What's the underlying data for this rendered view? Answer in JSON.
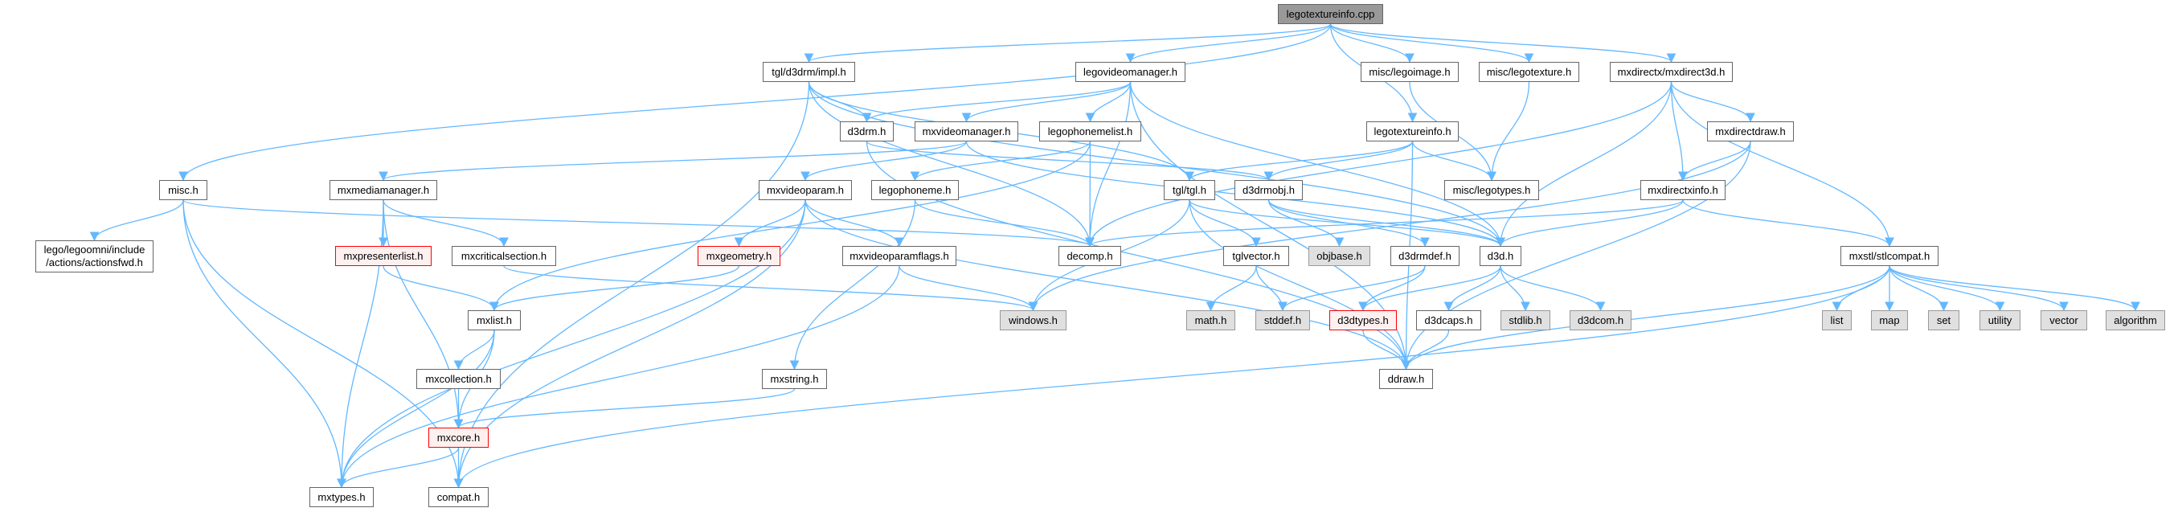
{
  "title": "legotextureinfo.cpp",
  "colors": {
    "edge": "#63b8ff",
    "root_fill": "#999999",
    "external_fill": "#e0e0e0",
    "truncated_border": "#ff0000"
  },
  "nodes": {
    "root": {
      "label": "legotextureinfo.cpp",
      "kind": "root"
    },
    "misc": {
      "label": "misc.h",
      "kind": "normal"
    },
    "actionsfwd": {
      "label": "lego/legoomni/include\n/actions/actionsfwd.h",
      "kind": "normal"
    },
    "impl": {
      "label": "tgl/d3drm/impl.h",
      "kind": "normal"
    },
    "legovideomanager": {
      "label": "legovideomanager.h",
      "kind": "normal"
    },
    "legoimage": {
      "label": "misc/legoimage.h",
      "kind": "normal"
    },
    "legotexture": {
      "label": "misc/legotexture.h",
      "kind": "normal"
    },
    "mxdirect3d": {
      "label": "mxdirectx/mxdirect3d.h",
      "kind": "normal"
    },
    "d3drm": {
      "label": "d3drm.h",
      "kind": "normal"
    },
    "mxvideomanager": {
      "label": "mxvideomanager.h",
      "kind": "normal"
    },
    "legophonemelist": {
      "label": "legophonemelist.h",
      "kind": "normal"
    },
    "legotextureinfo_h": {
      "label": "legotextureinfo.h",
      "kind": "normal"
    },
    "mxdirectdraw": {
      "label": "mxdirectdraw.h",
      "kind": "normal"
    },
    "mxmediamanager": {
      "label": "mxmediamanager.h",
      "kind": "normal"
    },
    "mxvideoparam": {
      "label": "mxvideoparam.h",
      "kind": "normal"
    },
    "legophoneme": {
      "label": "legophoneme.h",
      "kind": "normal"
    },
    "tgl": {
      "label": "tgl/tgl.h",
      "kind": "normal"
    },
    "d3drmobj": {
      "label": "d3drmobj.h",
      "kind": "normal"
    },
    "legotypes": {
      "label": "misc/legotypes.h",
      "kind": "normal"
    },
    "mxdirectxinfo": {
      "label": "mxdirectxinfo.h",
      "kind": "normal"
    },
    "mxpresenterlist": {
      "label": "mxpresenterlist.h",
      "kind": "red"
    },
    "mxcriticalsection": {
      "label": "mxcriticalsection.h",
      "kind": "normal"
    },
    "mxgeometry": {
      "label": "mxgeometry.h",
      "kind": "red"
    },
    "mxvideoparamflags": {
      "label": "mxvideoparamflags.h",
      "kind": "normal"
    },
    "decomp": {
      "label": "decomp.h",
      "kind": "normal"
    },
    "tglvector": {
      "label": "tglvector.h",
      "kind": "normal"
    },
    "objbase": {
      "label": "objbase.h",
      "kind": "ext"
    },
    "d3drmdef": {
      "label": "d3drmdef.h",
      "kind": "normal"
    },
    "d3d": {
      "label": "d3d.h",
      "kind": "normal"
    },
    "stlcompat": {
      "label": "mxstl/stlcompat.h",
      "kind": "normal"
    },
    "mxlist": {
      "label": "mxlist.h",
      "kind": "normal"
    },
    "windows": {
      "label": "windows.h",
      "kind": "ext"
    },
    "math": {
      "label": "math.h",
      "kind": "ext"
    },
    "stddef": {
      "label": "stddef.h",
      "kind": "ext"
    },
    "d3dtypes": {
      "label": "d3dtypes.h",
      "kind": "red"
    },
    "d3dcaps": {
      "label": "d3dcaps.h",
      "kind": "normal"
    },
    "stdlib": {
      "label": "stdlib.h",
      "kind": "ext"
    },
    "d3dcom": {
      "label": "d3dcom.h",
      "kind": "ext"
    },
    "list": {
      "label": "list",
      "kind": "ext"
    },
    "map": {
      "label": "map",
      "kind": "ext"
    },
    "set": {
      "label": "set",
      "kind": "ext"
    },
    "utility": {
      "label": "utility",
      "kind": "ext"
    },
    "vector": {
      "label": "vector",
      "kind": "ext"
    },
    "algorithm": {
      "label": "algorithm",
      "kind": "ext"
    },
    "mxcollection": {
      "label": "mxcollection.h",
      "kind": "normal"
    },
    "mxstring": {
      "label": "mxstring.h",
      "kind": "normal"
    },
    "ddraw": {
      "label": "ddraw.h",
      "kind": "normal"
    },
    "mxcore": {
      "label": "mxcore.h",
      "kind": "red"
    },
    "mxtypes": {
      "label": "mxtypes.h",
      "kind": "normal"
    },
    "compat": {
      "label": "compat.h",
      "kind": "normal"
    }
  },
  "edges": [
    [
      "root",
      "misc"
    ],
    [
      "root",
      "impl"
    ],
    [
      "root",
      "legovideomanager"
    ],
    [
      "root",
      "legoimage"
    ],
    [
      "root",
      "legotextureinfo_h"
    ],
    [
      "root",
      "legotexture"
    ],
    [
      "root",
      "mxdirect3d"
    ],
    [
      "misc",
      "actionsfwd"
    ],
    [
      "misc",
      "mxtypes"
    ],
    [
      "misc",
      "compat"
    ],
    [
      "misc",
      "decomp"
    ],
    [
      "impl",
      "d3drm"
    ],
    [
      "impl",
      "compat"
    ],
    [
      "impl",
      "tgl"
    ],
    [
      "impl",
      "decomp"
    ],
    [
      "impl",
      "d3d"
    ],
    [
      "legovideomanager",
      "d3drm"
    ],
    [
      "legovideomanager",
      "mxvideomanager"
    ],
    [
      "legovideomanager",
      "legophonemelist"
    ],
    [
      "legovideomanager",
      "decomp"
    ],
    [
      "legovideomanager",
      "ddraw"
    ],
    [
      "legovideomanager",
      "d3d"
    ],
    [
      "mxvideomanager",
      "mxmediamanager"
    ],
    [
      "mxvideomanager",
      "mxvideoparam"
    ],
    [
      "mxvideomanager",
      "d3d"
    ],
    [
      "legophonemelist",
      "legophoneme"
    ],
    [
      "legophonemelist",
      "decomp"
    ],
    [
      "legophonemelist",
      "mxlist"
    ],
    [
      "d3drm",
      "d3drmobj"
    ],
    [
      "d3drm",
      "ddraw"
    ],
    [
      "mxmediamanager",
      "mxpresenterlist"
    ],
    [
      "mxmediamanager",
      "mxcriticalsection"
    ],
    [
      "mxmediamanager",
      "mxcore"
    ],
    [
      "mxmediamanager",
      "mxtypes"
    ],
    [
      "mxpresenterlist",
      "mxlist"
    ],
    [
      "mxcriticalsection",
      "windows"
    ],
    [
      "mxgeometry",
      "mxlist"
    ],
    [
      "mxlist",
      "mxcollection"
    ],
    [
      "mxlist",
      "mxcore"
    ],
    [
      "mxlist",
      "mxtypes"
    ],
    [
      "mxcollection",
      "mxcore"
    ],
    [
      "mxcore",
      "mxtypes"
    ],
    [
      "mxcore",
      "compat"
    ],
    [
      "mxvideoparam",
      "mxgeometry"
    ],
    [
      "mxvideoparam",
      "mxvideoparamflags"
    ],
    [
      "mxvideoparam",
      "mxtypes"
    ],
    [
      "mxvideoparam",
      "compat"
    ],
    [
      "mxvideoparam",
      "ddraw"
    ],
    [
      "mxvideoparamflags",
      "windows"
    ],
    [
      "mxvideoparamflags",
      "mxtypes"
    ],
    [
      "legophoneme",
      "decomp"
    ],
    [
      "legophoneme",
      "mxstring"
    ],
    [
      "mxstring",
      "mxcore"
    ],
    [
      "tgl",
      "tglvector"
    ],
    [
      "tgl",
      "windows"
    ],
    [
      "tgl",
      "ddraw"
    ],
    [
      "tgl",
      "d3d"
    ],
    [
      "tglvector",
      "math"
    ],
    [
      "tglvector",
      "stddef"
    ],
    [
      "d3drmobj",
      "objbase"
    ],
    [
      "d3drmobj",
      "d3drmdef"
    ],
    [
      "d3drmobj",
      "d3d"
    ],
    [
      "d3drmdef",
      "stddef"
    ],
    [
      "d3drmdef",
      "d3dtypes"
    ],
    [
      "d3dtypes",
      "ddraw"
    ],
    [
      "d3dcaps",
      "ddraw"
    ],
    [
      "d3d",
      "d3dtypes"
    ],
    [
      "d3d",
      "d3dcaps"
    ],
    [
      "d3d",
      "stdlib"
    ],
    [
      "d3d",
      "d3dcom"
    ],
    [
      "legotextureinfo_h",
      "tgl"
    ],
    [
      "legotextureinfo_h",
      "d3drmobj"
    ],
    [
      "legotextureinfo_h",
      "legotypes"
    ],
    [
      "legotextureinfo_h",
      "ddraw"
    ],
    [
      "legoimage",
      "legotypes"
    ],
    [
      "legotexture",
      "legotypes"
    ],
    [
      "mxdirect3d",
      "mxdirectdraw"
    ],
    [
      "mxdirect3d",
      "mxdirectxinfo"
    ],
    [
      "mxdirect3d",
      "stlcompat"
    ],
    [
      "mxdirect3d",
      "d3d"
    ],
    [
      "mxdirect3d",
      "decomp"
    ],
    [
      "mxdirectdraw",
      "mxdirectxinfo"
    ],
    [
      "mxdirectdraw",
      "ddraw"
    ],
    [
      "mxdirectdraw",
      "windows"
    ],
    [
      "mxdirectxinfo",
      "d3d"
    ],
    [
      "mxdirectxinfo",
      "decomp"
    ],
    [
      "mxdirectxinfo",
      "stlcompat"
    ],
    [
      "stlcompat",
      "list"
    ],
    [
      "stlcompat",
      "map"
    ],
    [
      "stlcompat",
      "set"
    ],
    [
      "stlcompat",
      "utility"
    ],
    [
      "stlcompat",
      "vector"
    ],
    [
      "stlcompat",
      "algorithm"
    ],
    [
      "stlcompat",
      "ddraw"
    ],
    [
      "stlcompat",
      "compat"
    ]
  ]
}
